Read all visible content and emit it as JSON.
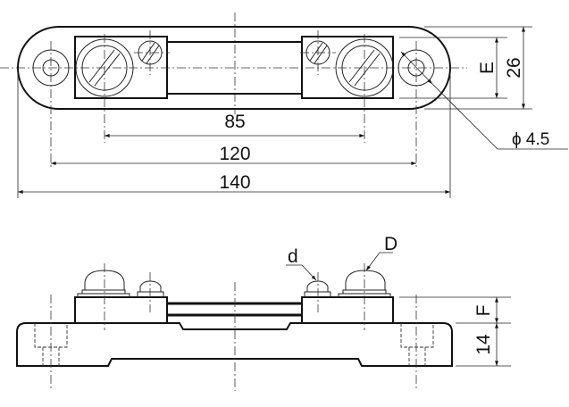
{
  "top_view": {
    "dim_85": "85",
    "dim_120": "120",
    "dim_140": "140",
    "dim_E": "E",
    "dim_26": "26",
    "dim_hole": "ϕ 4.5"
  },
  "side_view": {
    "label_d": "d",
    "label_D": "D",
    "dim_F": "F",
    "dim_14": "14"
  }
}
